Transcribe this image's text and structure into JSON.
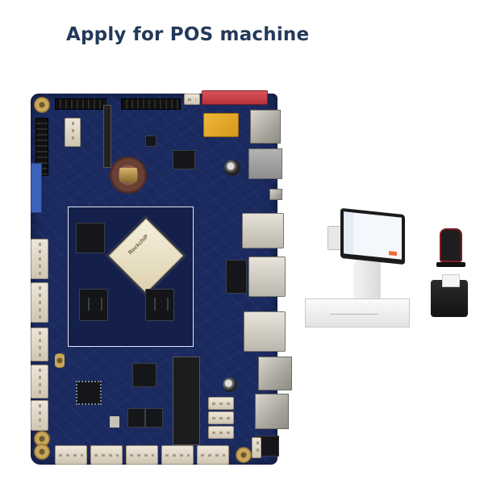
{
  "header": {
    "title": "Apply for POS machine",
    "title_color": "#23395a"
  },
  "main_image": {
    "subject": "android-motherboard",
    "board_color": "#1b2a5e",
    "cpu_label": "RockchiP",
    "components": [
      "cpu",
      "ram-chips",
      "coin-cell-battery",
      "usb-ports",
      "ethernet-port",
      "sd-card-slot",
      "pin-headers",
      "white-connectors",
      "red-connectors",
      "audio-jack"
    ]
  },
  "side_images": [
    {
      "name": "pos-terminal",
      "description": "POS terminal with cash drawer"
    },
    {
      "name": "barcode-scanner",
      "accent": "#7b1f24"
    },
    {
      "name": "receipt-printer"
    }
  ]
}
